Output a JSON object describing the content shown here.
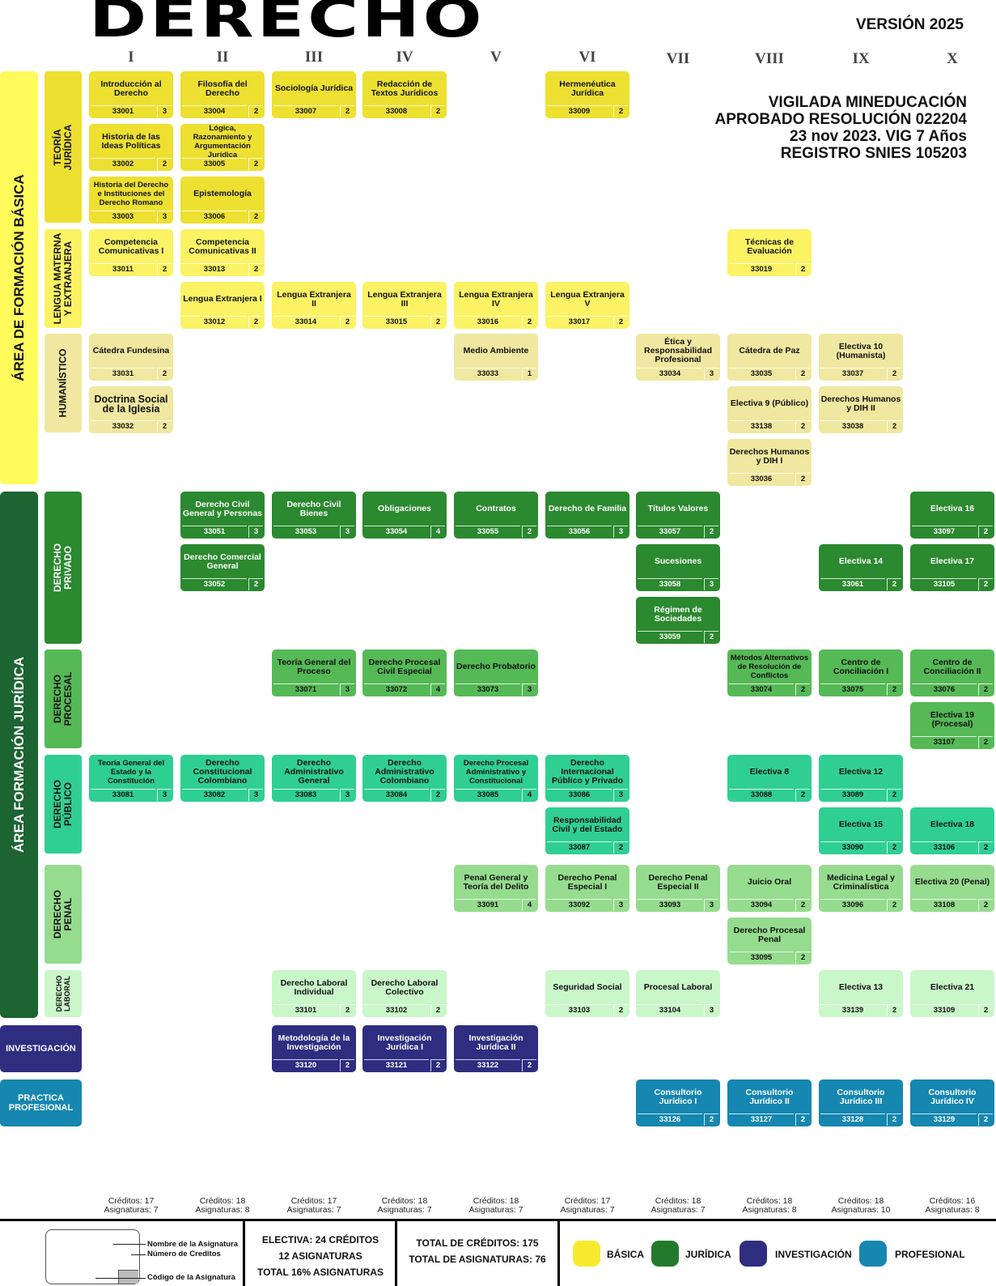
{
  "header": {
    "title": "DERECHO",
    "version": "VERSIÓN 2025",
    "vigilada": [
      "VIGILADA MINEDUCACIÓN",
      "APROBADO RESOLUCIÓN 022204",
      "23 nov 2023. VIG 7 Años",
      "REGISTRO SNIES 105203"
    ]
  },
  "semesters": [
    "I",
    "II",
    "III",
    "IV",
    "V",
    "VI",
    "VII",
    "VIII",
    "IX",
    "X"
  ],
  "colors": {
    "basica": "#ede030",
    "juridica": "#237a2c",
    "investigacion": "#2e2d80",
    "profesional": "#1587b0"
  },
  "areas": {
    "basica": "ÁREA DE FORMACIÓN BÁSICA",
    "juridica": "ÁREA FORMACIÓN JURÍDICA"
  },
  "subareas": {
    "teoria": "TEORÍA\nJURÍDICA",
    "lengua": "LENGUA MATERNA\nY EXTRANJERA",
    "humanistico": "HUMANÍSTICO",
    "privado": "DERECHO\nPRIVADO",
    "procesal": "DERECHO\nPROCESAL",
    "publico": "DERECHO\nPÚBLICO",
    "penal": "DERECHO\nPENAL",
    "laboral": "DERECHO\nLABORAL",
    "investigacion": "INVESTIGACIÓN",
    "practica": "PRACTICA\nPROFESIONAL"
  },
  "courses": [
    {
      "name": "Introducción al Derecho",
      "code": "33001",
      "credits": "3",
      "sem": 1,
      "row": 0,
      "group": "teoria"
    },
    {
      "name": "Historia de las Ideas Políticas",
      "code": "33002",
      "credits": "2",
      "sem": 1,
      "row": 1,
      "group": "teoria"
    },
    {
      "name": "Historia del Derecho e Instituciones del Derecho Romano",
      "code": "33003",
      "credits": "3",
      "sem": 1,
      "row": 2,
      "group": "teoria"
    },
    {
      "name": "Filosofía del Derecho",
      "code": "33004",
      "credits": "2",
      "sem": 2,
      "row": 0,
      "group": "teoria"
    },
    {
      "name": "Lógica, Razonamiento y Argumentación Jurídica",
      "code": "33005",
      "credits": "2",
      "sem": 2,
      "row": 1,
      "group": "teoria"
    },
    {
      "name": "Epistemología",
      "code": "33006",
      "credits": "2",
      "sem": 2,
      "row": 2,
      "group": "teoria"
    },
    {
      "name": "Sociología Jurídica",
      "code": "33007",
      "credits": "2",
      "sem": 3,
      "row": 0,
      "group": "teoria"
    },
    {
      "name": "Redacción de Textos Jurídicos",
      "code": "33008",
      "credits": "2",
      "sem": 4,
      "row": 0,
      "group": "teoria"
    },
    {
      "name": "Hermenéutica Jurídica",
      "code": "33009",
      "credits": "2",
      "sem": 6,
      "row": 0,
      "group": "teoria"
    },
    {
      "name": "Competencia Comunicativas I",
      "code": "33011",
      "credits": "2",
      "sem": 1,
      "row": 3,
      "group": "lengua"
    },
    {
      "name": "Competencia Comunicativas II",
      "code": "33013",
      "credits": "2",
      "sem": 2,
      "row": 3,
      "group": "lengua"
    },
    {
      "name": "Técnicas de Evaluación",
      "code": "33019",
      "credits": "2",
      "sem": 8,
      "row": 3,
      "group": "lengua"
    },
    {
      "name": "Lengua Extranjera I",
      "code": "33012",
      "credits": "2",
      "sem": 2,
      "row": 4,
      "group": "lengua"
    },
    {
      "name": "Lengua Extranjera II",
      "code": "33014",
      "credits": "2",
      "sem": 3,
      "row": 4,
      "group": "lengua"
    },
    {
      "name": "Lengua Extranjera III",
      "code": "33015",
      "credits": "2",
      "sem": 4,
      "row": 4,
      "group": "lengua"
    },
    {
      "name": "Lengua Extranjera IV",
      "code": "33016",
      "credits": "2",
      "sem": 5,
      "row": 4,
      "group": "lengua"
    },
    {
      "name": "Lengua Extranjera V",
      "code": "33017",
      "credits": "2",
      "sem": 6,
      "row": 4,
      "group": "lengua"
    },
    {
      "name": "Cátedra Fundesina",
      "code": "33031",
      "credits": "2",
      "sem": 1,
      "row": 5,
      "group": "humanistico"
    },
    {
      "name": "Medio Ambiente",
      "code": "33033",
      "credits": "1",
      "sem": 5,
      "row": 5,
      "group": "humanistico"
    },
    {
      "name": "Ética y Responsabilidad Profesional",
      "code": "33034",
      "credits": "3",
      "sem": 7,
      "row": 5,
      "group": "humanistico"
    },
    {
      "name": "Cátedra de Paz",
      "code": "33035",
      "credits": "2",
      "sem": 8,
      "row": 5,
      "group": "humanistico"
    },
    {
      "name": "Electiva 10 (Humanista)",
      "code": "33037",
      "credits": "2",
      "sem": 9,
      "row": 5,
      "group": "humanistico"
    },
    {
      "name": "Doctrina Social de la Iglesia",
      "code": "33032",
      "credits": "2",
      "sem": 1,
      "row": 6,
      "group": "humanistico"
    },
    {
      "name": "Electiva 9 (Público)",
      "code": "33138",
      "credits": "2",
      "sem": 8,
      "row": 6,
      "group": "humanistico"
    },
    {
      "name": "Derechos Humanos y DIH II",
      "code": "33038",
      "credits": "2",
      "sem": 9,
      "row": 6,
      "group": "humanistico"
    },
    {
      "name": "Derechos Humanos y DIH I",
      "code": "33036",
      "credits": "2",
      "sem": 8,
      "row": 7,
      "group": "humanistico"
    },
    {
      "name": "Derecho Civil General y Personas",
      "code": "33051",
      "credits": "3",
      "sem": 2,
      "row": 8,
      "group": "privado"
    },
    {
      "name": "Derecho Civil Bienes",
      "code": "33053",
      "credits": "3",
      "sem": 3,
      "row": 8,
      "group": "privado"
    },
    {
      "name": "Obligaciones",
      "code": "33054",
      "credits": "4",
      "sem": 4,
      "row": 8,
      "group": "privado"
    },
    {
      "name": "Contratos",
      "code": "33055",
      "credits": "2",
      "sem": 5,
      "row": 8,
      "group": "privado"
    },
    {
      "name": "Derecho de Familia",
      "code": "33056",
      "credits": "3",
      "sem": 6,
      "row": 8,
      "group": "privado"
    },
    {
      "name": "Títulos Valores",
      "code": "33057",
      "credits": "2",
      "sem": 7,
      "row": 8,
      "group": "privado"
    },
    {
      "name": "Electiva 16",
      "code": "33097",
      "credits": "2",
      "sem": 10,
      "row": 8,
      "group": "privado"
    },
    {
      "name": "Derecho Comercial General",
      "code": "33052",
      "credits": "2",
      "sem": 2,
      "row": 9,
      "group": "privado"
    },
    {
      "name": "Sucesiones",
      "code": "33058",
      "credits": "3",
      "sem": 7,
      "row": 9,
      "group": "privado"
    },
    {
      "name": "Electiva 14",
      "code": "33061",
      "credits": "2",
      "sem": 9,
      "row": 9,
      "group": "privado"
    },
    {
      "name": "Electiva 17",
      "code": "33105",
      "credits": "2",
      "sem": 10,
      "row": 9,
      "group": "privado"
    },
    {
      "name": "Régimen de Sociedades",
      "code": "33059",
      "credits": "2",
      "sem": 7,
      "row": 10,
      "group": "privado"
    },
    {
      "name": "Teoría General del Proceso",
      "code": "33071",
      "credits": "3",
      "sem": 3,
      "row": 11,
      "group": "procesal"
    },
    {
      "name": "Derecho Procesal Civil Especial",
      "code": "33072",
      "credits": "4",
      "sem": 4,
      "row": 11,
      "group": "procesal"
    },
    {
      "name": "Derecho Probatorio",
      "code": "33073",
      "credits": "3",
      "sem": 5,
      "row": 11,
      "group": "procesal"
    },
    {
      "name": "Métodos Alternativos de Resolución de Conflictos",
      "code": "33074",
      "credits": "2",
      "sem": 8,
      "row": 11,
      "group": "procesal"
    },
    {
      "name": "Centro de Conciliación I",
      "code": "33075",
      "credits": "2",
      "sem": 9,
      "row": 11,
      "group": "procesal"
    },
    {
      "name": "Centro de Conciliación II",
      "code": "33076",
      "credits": "2",
      "sem": 10,
      "row": 11,
      "group": "procesal"
    },
    {
      "name": "Electiva 19 (Procesal)",
      "code": "33107",
      "credits": "2",
      "sem": 10,
      "row": 12,
      "group": "procesal"
    },
    {
      "name": "Teoría General del Estado y la Constitución",
      "code": "33081",
      "credits": "3",
      "sem": 1,
      "row": 13,
      "group": "publico"
    },
    {
      "name": "Derecho Constitucional Colombiano",
      "code": "33082",
      "credits": "3",
      "sem": 2,
      "row": 13,
      "group": "publico"
    },
    {
      "name": "Derecho Administrativo General",
      "code": "33083",
      "credits": "3",
      "sem": 3,
      "row": 13,
      "group": "publico"
    },
    {
      "name": "Derecho Administrativo Colombiano",
      "code": "33084",
      "credits": "2",
      "sem": 4,
      "row": 13,
      "group": "publico"
    },
    {
      "name": "Derecho Procesal Administrativo y Constitucional",
      "code": "33085",
      "credits": "4",
      "sem": 5,
      "row": 13,
      "group": "publico"
    },
    {
      "name": "Derecho Internacional Público y Privado",
      "code": "33086",
      "credits": "3",
      "sem": 6,
      "row": 13,
      "group": "publico"
    },
    {
      "name": "Electiva 8",
      "code": "33088",
      "credits": "2",
      "sem": 8,
      "row": 13,
      "group": "publico"
    },
    {
      "name": "Electiva 12",
      "code": "33089",
      "credits": "2",
      "sem": 9,
      "row": 13,
      "group": "publico"
    },
    {
      "name": "Responsabilidad Civil y del Estado",
      "code": "33087",
      "credits": "2",
      "sem": 6,
      "row": 14,
      "group": "publico"
    },
    {
      "name": "Electiva 15",
      "code": "33090",
      "credits": "2",
      "sem": 9,
      "row": 14,
      "group": "publico"
    },
    {
      "name": "Electiva 18",
      "code": "33106",
      "credits": "2",
      "sem": 10,
      "row": 14,
      "group": "publico"
    },
    {
      "name": "Penal General y Teoría del Delito",
      "code": "33091",
      "credits": "4",
      "sem": 5,
      "row": 15,
      "group": "penal"
    },
    {
      "name": "Derecho Penal Especial I",
      "code": "33092",
      "credits": "3",
      "sem": 6,
      "row": 15,
      "group": "penal"
    },
    {
      "name": "Derecho Penal Especial II",
      "code": "33093",
      "credits": "3",
      "sem": 7,
      "row": 15,
      "group": "penal"
    },
    {
      "name": "Juicio Oral",
      "code": "33094",
      "credits": "2",
      "sem": 8,
      "row": 15,
      "group": "penal"
    },
    {
      "name": "Medicina Legal y Criminalística",
      "code": "33096",
      "credits": "2",
      "sem": 9,
      "row": 15,
      "group": "penal"
    },
    {
      "name": "Electiva 20 (Penal)",
      "code": "33108",
      "credits": "2",
      "sem": 10,
      "row": 15,
      "group": "penal"
    },
    {
      "name": "Derecho Procesal Penal",
      "code": "33095",
      "credits": "2",
      "sem": 8,
      "row": 16,
      "group": "penal"
    },
    {
      "name": "Derecho Laboral Individual",
      "code": "33101",
      "credits": "2",
      "sem": 3,
      "row": 17,
      "group": "laboral"
    },
    {
      "name": "Derecho Laboral Colectivo",
      "code": "33102",
      "credits": "2",
      "sem": 4,
      "row": 17,
      "group": "laboral"
    },
    {
      "name": "Seguridad Social",
      "code": "33103",
      "credits": "2",
      "sem": 6,
      "row": 17,
      "group": "laboral"
    },
    {
      "name": "Procesal Laboral",
      "code": "33104",
      "credits": "3",
      "sem": 7,
      "row": 17,
      "group": "laboral"
    },
    {
      "name": "Electiva 13",
      "code": "33139",
      "credits": "2",
      "sem": 9,
      "row": 17,
      "group": "laboral"
    },
    {
      "name": "Electiva 21",
      "code": "33109",
      "credits": "2",
      "sem": 10,
      "row": 17,
      "group": "laboral"
    },
    {
      "name": "Metodología de la Investigación",
      "code": "33120",
      "credits": "2",
      "sem": 3,
      "row": 18,
      "group": "investigacion"
    },
    {
      "name": "Investigación Jurídica I",
      "code": "33121",
      "credits": "2",
      "sem": 4,
      "row": 18,
      "group": "investigacion"
    },
    {
      "name": "Investigación Jurídica II",
      "code": "33122",
      "credits": "2",
      "sem": 5,
      "row": 18,
      "group": "investigacion"
    },
    {
      "name": "Consultorio Jurídico I",
      "code": "33126",
      "credits": "2",
      "sem": 7,
      "row": 19,
      "group": "practica"
    },
    {
      "name": "Consultorio Jurídico II",
      "code": "33127",
      "credits": "2",
      "sem": 8,
      "row": 19,
      "group": "practica"
    },
    {
      "name": "Consultorio Jurídico III",
      "code": "33128",
      "credits": "2",
      "sem": 9,
      "row": 19,
      "group": "practica"
    },
    {
      "name": "Consultorio Jurídico IV",
      "code": "33129",
      "credits": "2",
      "sem": 10,
      "row": 19,
      "group": "practica"
    }
  ],
  "summary": [
    {
      "creditos": "Créditos: 17",
      "asignaturas": "Asignaturas: 7"
    },
    {
      "creditos": "Créditos: 18",
      "asignaturas": "Asignaturas: 8"
    },
    {
      "creditos": "Créditos: 17",
      "asignaturas": "Asignaturas: 7"
    },
    {
      "creditos": "Créditos: 18",
      "asignaturas": "Asignaturas: 7"
    },
    {
      "creditos": "Créditos: 18",
      "asignaturas": "Asignaturas: 7"
    },
    {
      "creditos": "Créditos: 17",
      "asignaturas": "Asignaturas: 7"
    },
    {
      "creditos": "Créditos: 18",
      "asignaturas": "Asignaturas: 7"
    },
    {
      "creditos": "Créditos: 18",
      "asignaturas": "Asignaturas: 8"
    },
    {
      "creditos": "Créditos: 18",
      "asignaturas": "Asignaturas: 10"
    },
    {
      "creditos": "Créditos: 16",
      "asignaturas": "Asignaturas: 8"
    }
  ],
  "legend": {
    "nombre": "Nombre de la Asignatura",
    "numero": "Número de Creditos",
    "codigo": "Código de la Asignatura"
  },
  "footer": {
    "electiva": [
      "ELECTIVA: 24 CRÉDITOS",
      "12 ASIGNATURAS",
      "TOTAL 16% ASIGNATURAS"
    ],
    "totales": [
      "TOTAL DE CRÉDITOS: 175",
      "TOTAL DE ASIGNATURAS: 76"
    ],
    "categories": [
      "BÁSICA",
      "JURÍDICA",
      "INVESTIGACIÓN",
      "PROFESIONAL"
    ]
  }
}
